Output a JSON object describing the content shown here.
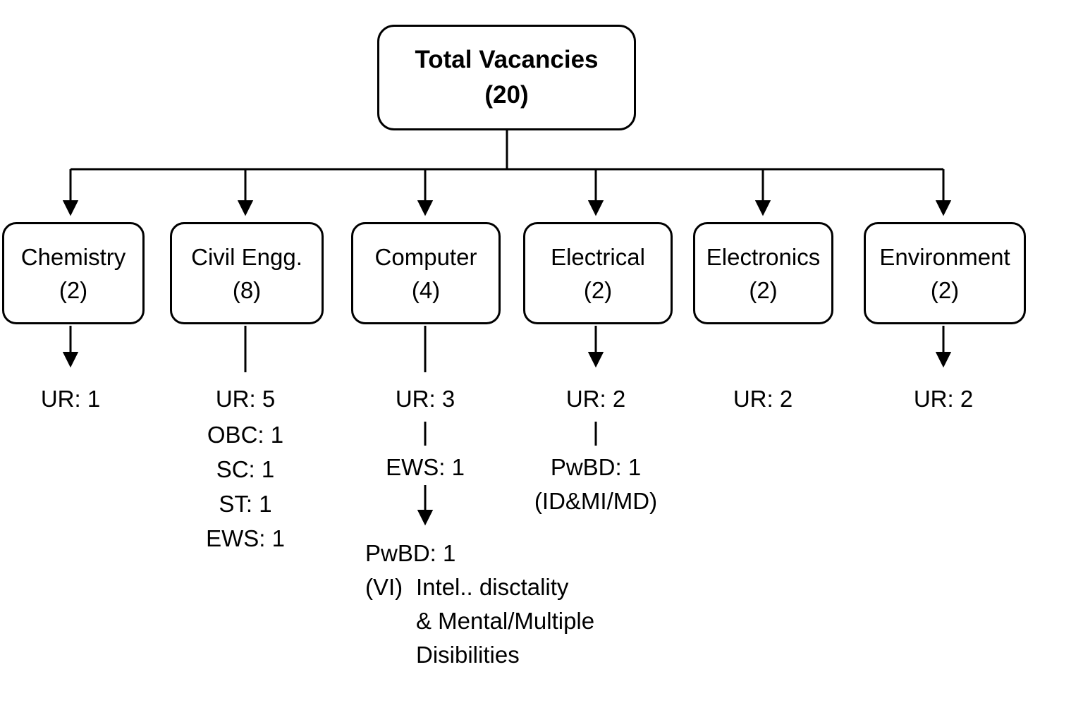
{
  "colors": {
    "ink": "#000000",
    "background": "#ffffff"
  },
  "root": {
    "label": "Total Vacancies",
    "count": "(20)"
  },
  "departments": [
    {
      "id": "chemistry",
      "label": "Chemistry",
      "count": "(2)"
    },
    {
      "id": "civil",
      "label": "Civil Engg.",
      "count": "(8)"
    },
    {
      "id": "computer",
      "label": "Computer",
      "count": "(4)"
    },
    {
      "id": "electrical",
      "label": "Electrical",
      "count": "(2)"
    },
    {
      "id": "electronics",
      "label": "Electronics",
      "count": "(2)"
    },
    {
      "id": "environment",
      "label": "Environment",
      "count": "(2)"
    }
  ],
  "breakdowns": {
    "chemistry": {
      "ur": "UR: 1"
    },
    "civil": {
      "ur": "UR: 5",
      "obc": "OBC: 1",
      "sc": "SC: 1",
      "st": "ST: 1",
      "ews": "EWS: 1"
    },
    "computer": {
      "ur": "UR: 3",
      "ews": "EWS: 1",
      "pwbd": "PwBD: 1",
      "vi_prefix": "(VI)",
      "vi_line1": "Intel.. disctality",
      "vi_line2": "& Mental/Multiple",
      "vi_line3": "Disibilities"
    },
    "electrical": {
      "ur": "UR: 2",
      "pwbd": "PwBD: 1",
      "pwbd_detail": "(ID&MI/MD)"
    },
    "electronics": {
      "ur": "UR: 2"
    },
    "environment": {
      "ur": "UR: 2"
    }
  }
}
